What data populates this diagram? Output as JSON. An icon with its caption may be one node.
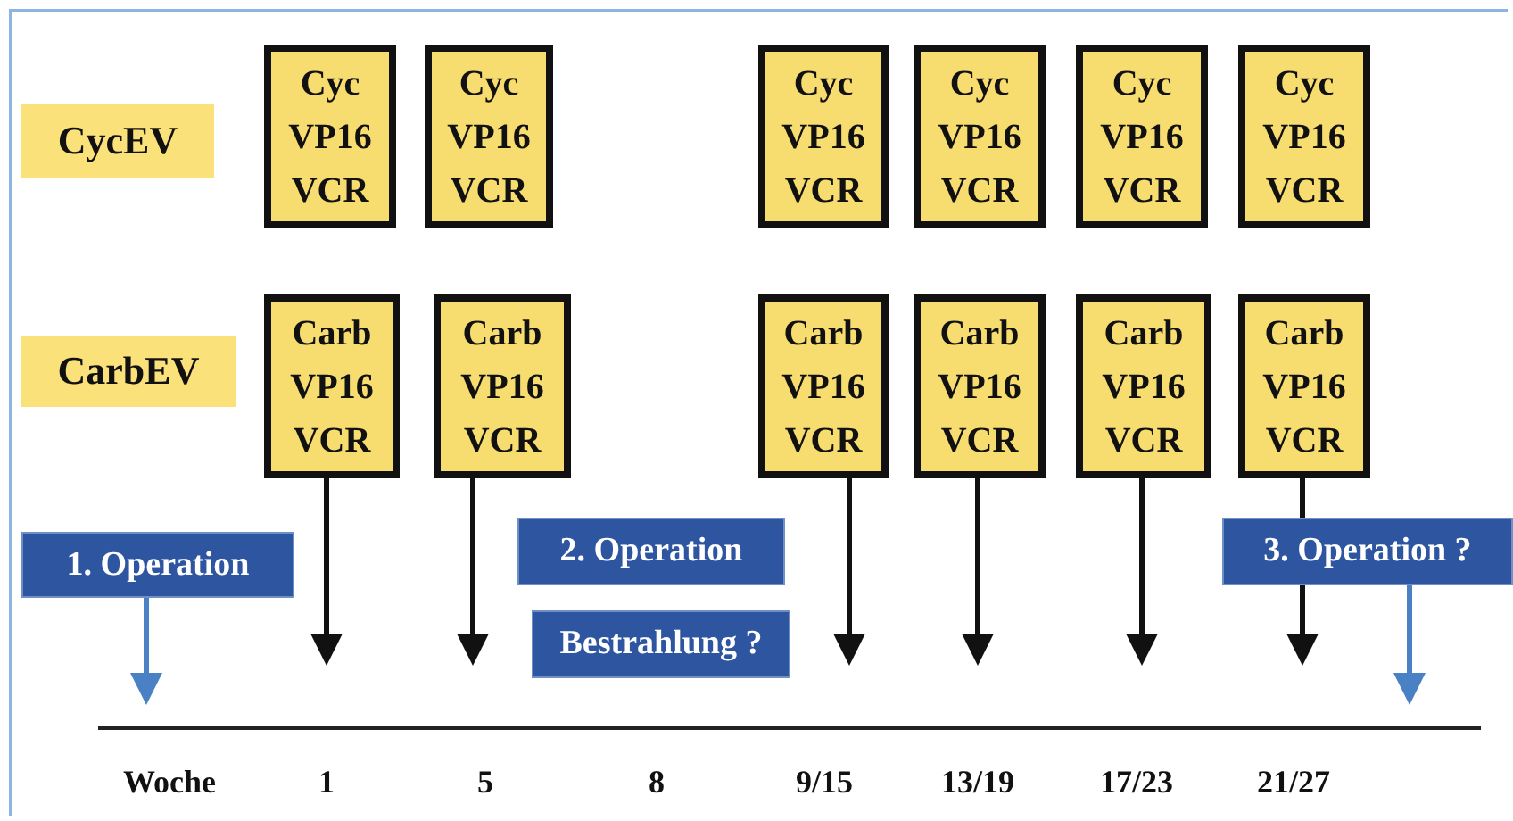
{
  "diagram": {
    "nodes": [
      {
        "text": [
          "CycEV"
        ]
      },
      {
        "text": [
          "Cyc",
          "VP16",
          "VCR"
        ]
      },
      {
        "text": [
          "Cyc",
          "VP16",
          "VCR"
        ]
      },
      {
        "text": [
          "Cyc",
          "VP16",
          "VCR"
        ]
      },
      {
        "text": [
          "Cyc",
          "VP16",
          "VCR"
        ]
      },
      {
        "text": [
          "Cyc",
          "VP16",
          "VCR"
        ]
      },
      {
        "text": [
          "Cyc",
          "VP16",
          "VCR"
        ]
      },
      {
        "text": [
          "CarbEV"
        ]
      },
      {
        "text": [
          "Carb",
          "VP16",
          "VCR"
        ]
      },
      {
        "text": [
          "Carb",
          "VP16",
          "VCR"
        ]
      },
      {
        "text": [
          "Carb",
          "VP16",
          "VCR"
        ]
      },
      {
        "text": [
          "Carb",
          "VP16",
          "VCR"
        ]
      },
      {
        "text": [
          "Carb",
          "VP16",
          "VCR"
        ]
      },
      {
        "text": [
          "Carb",
          "VP16",
          "VCR"
        ]
      },
      {
        "text": [
          "1. Operation"
        ]
      },
      {
        "text": [
          "2. Operation"
        ]
      },
      {
        "text": [
          "Bestrahlung ?"
        ]
      },
      {
        "text": [
          "3. Operation ?"
        ]
      }
    ],
    "edges": [
      {
        "from": 8,
        "to": null,
        "arrow": "to"
      },
      {
        "from": 9,
        "to": null,
        "arrow": "to"
      },
      {
        "from": 10,
        "to": null,
        "arrow": "to"
      },
      {
        "from": 11,
        "to": null,
        "arrow": "to"
      },
      {
        "from": 12,
        "to": null,
        "arrow": "to"
      },
      {
        "from": 13,
        "to": null,
        "arrow": "to"
      },
      {
        "from": 14,
        "to": null,
        "arrow": "to",
        "color": "#4a80c4"
      },
      {
        "from": 17,
        "to": null,
        "arrow": "to",
        "color": "#4a80c4"
      }
    ],
    "labels": [
      "Woche",
      "1",
      "5",
      "8",
      "9/15",
      "13/19",
      "17/23",
      "21/27"
    ]
  }
}
